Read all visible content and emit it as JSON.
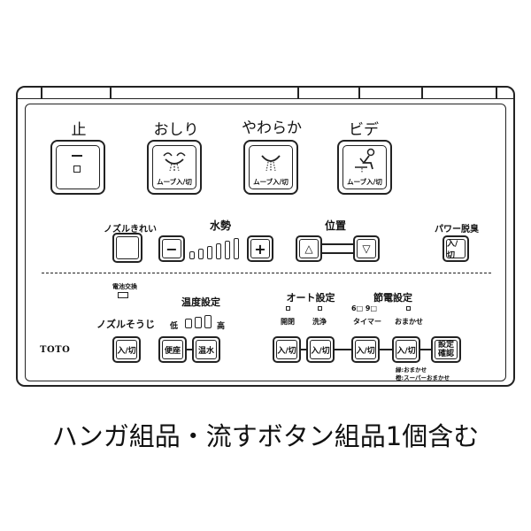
{
  "panel": {
    "top_buttons": [
      {
        "label": "止",
        "sub": ""
      },
      {
        "label": "おしり",
        "sub": "ムーブ入/切"
      },
      {
        "label": "やわらか",
        "sub": "ムーブ入/切"
      },
      {
        "label": "ビデ",
        "sub": "ムーブ入/切"
      }
    ],
    "nozzle_clean": "ノズルきれい",
    "water_pressure": "水勢",
    "position": "位置",
    "power_deodorize": "パワー脱臭",
    "on_off": "入/切",
    "battery": "電池交換",
    "nozzle_clean_auto": "ノズルそうじ",
    "temp_setting": "温度設定",
    "temp_low": "低",
    "temp_high": "高",
    "seat_button": "便座",
    "water_temp_button": "温水",
    "auto_setting": "オート設定",
    "open_close": "開閉",
    "flush": "洗浄",
    "eco_setting": "節電設定",
    "timer_options": "6□ 9□",
    "timer": "タイマー",
    "omakase": "おまかせ",
    "confirm_line1": "設定",
    "confirm_line2": "確認",
    "note1": "緑:おまかせ",
    "note2": "橙:スーパーおまかせ",
    "brand": "TOTO"
  },
  "caption": "ハンガ組品・流すボタン組品1個含む"
}
